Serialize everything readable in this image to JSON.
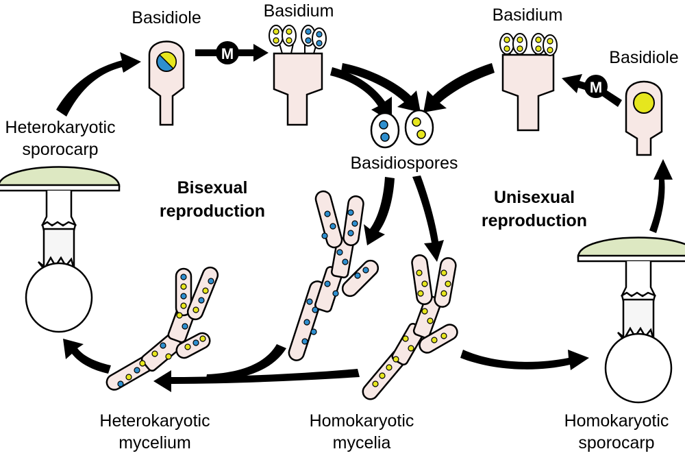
{
  "labels": {
    "basidiole_left": "Basidiole",
    "basidium_left": "Basidium",
    "basidium_right": "Basidium",
    "basidiole_right": "Basidiole",
    "heterokaryotic_sporocarp": [
      "Heterokaryotic",
      "sporocarp"
    ],
    "basidiospores": "Basidiospores",
    "bisexual_reproduction": [
      "Bisexual",
      "reproduction"
    ],
    "unisexual_reproduction": [
      "Unisexual",
      "reproduction"
    ],
    "heterokaryotic_mycelium": [
      "Heterokaryotic",
      "mycelium"
    ],
    "homokaryotic_mycelia": [
      "Homokaryotic",
      "mycelia"
    ],
    "homokaryotic_sporocarp": [
      "Homokaryotic",
      "sporocarp"
    ],
    "meiosis_badge": "M"
  },
  "colors": {
    "blue_nucleus": "#2e8fcf",
    "yellow_nucleus": "#e6e61e",
    "cell_fill": "#f7e8e5",
    "cap_fill": "#dde8c2",
    "arrow": "#000000"
  }
}
